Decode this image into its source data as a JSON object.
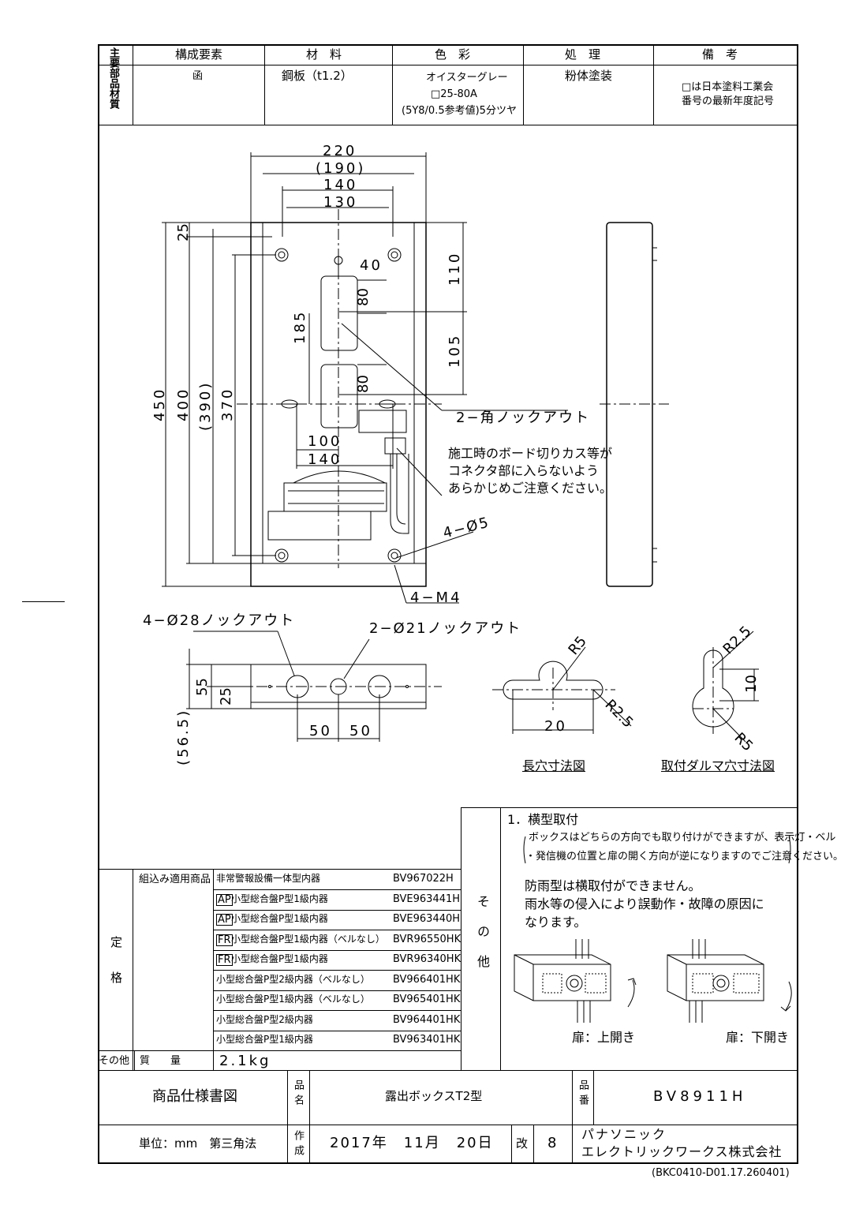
{
  "materials": {
    "side_label": "主要部品材質",
    "headers": [
      "構成要素",
      "材　料",
      "色　彩",
      "処　理",
      "備　考"
    ],
    "row": {
      "component": "函",
      "material": "鋼板（t1.2）",
      "color_lines": [
        "オイスターグレー",
        "□25-80A",
        "(5Y8/0.5参考値)5分ツヤ"
      ],
      "treatment": "粉体塗装",
      "remarks_lines": [
        "□は日本塗料工業会",
        "番号の最新年度記号"
      ]
    }
  },
  "drawing": {
    "dims": {
      "w220": "220",
      "w190": "(190)",
      "w140": "140",
      "w130": "130",
      "h25": "25",
      "h450": "450",
      "h400": "400",
      "h390": "(390)",
      "h370": "370",
      "h185": "185",
      "w40": "40",
      "h80a": "80",
      "h80b": "80",
      "h110": "110",
      "h105": "105",
      "w100": "100",
      "w140b": "140",
      "b55": "55",
      "b25": "25",
      "b565": "(56.5)",
      "b50a": "50",
      "b50b": "50",
      "s20": "20",
      "sR5": "R5",
      "sR25": "R2.5",
      "kR25": "R2.5",
      "k10": "10",
      "kR5": "R5"
    },
    "notes": {
      "knockout_square": "2−角ノックアウト",
      "caution": [
        "施工時のボード切りカス等が",
        "コネクタ部に入らないよう",
        "あらかじめご注意ください。"
      ],
      "hole_4phi5": "4−Ø5",
      "screw_4m4": "4−M4",
      "knockout_28": "4−Ø28ノックアウト",
      "knockout_21": "2−Ø21ノックアウト",
      "slot_caption": "長穴寸法図",
      "keyhole_caption": "取付ダルマ穴寸法図"
    }
  },
  "specs": {
    "side_label": "定格",
    "products_header": "組込み適用商品",
    "products": [
      {
        "prefix": "",
        "name": "非常警報設備一体型内器",
        "code": "BV967022H"
      },
      {
        "prefix": "AP",
        "name": "小型総合盤P型1級内器",
        "code": "BVE963441H"
      },
      {
        "prefix": "AP",
        "name": "小型総合盤P型1級内器",
        "code": "BVE963440H"
      },
      {
        "prefix": "FR",
        "name": "小型総合盤P型1級内器（ベルなし）",
        "code": "BVR96550HK"
      },
      {
        "prefix": "FR",
        "name": "小型総合盤P型1級内器",
        "code": "BVR96340HK"
      },
      {
        "prefix": "",
        "name": "小型総合盤P型2級内器（ベルなし）",
        "code": "BV966401HK"
      },
      {
        "prefix": "",
        "name": "小型総合盤P型1級内器（ベルなし）",
        "code": "BV965401HK"
      },
      {
        "prefix": "",
        "name": "小型総合盤P型2級内器",
        "code": "BV964401HK"
      },
      {
        "prefix": "",
        "name": "小型総合盤P型1級内器",
        "code": "BV963401HK"
      }
    ],
    "other_label": "その他",
    "mass_label": "質　　量",
    "mass_value": "2.1kg"
  },
  "other": {
    "side_label": "その他",
    "item_title": "1．横型取付",
    "bracket_lines": [
      "ボックスはどちらの方向でも取り付けができますが、表示灯・ベル",
      "・発信機の位置と扉の開く方向が逆になりますのでご注意ください。"
    ],
    "warning_lines": [
      "防雨型は横取付ができません。",
      "雨水等の侵入により誤動作・故障の原因に",
      "なります。"
    ],
    "door_up": "扉：上開き",
    "door_down": "扉：下開き"
  },
  "title_block": {
    "doc_type": "商品仕様書図",
    "name_label": "品名",
    "product_name": "露出ボックスT2型",
    "code_label": "品番",
    "product_code": "BV8911H",
    "unit": "単位：mm　第三角法",
    "made_label": "作成",
    "date": "2017年　11月　20日",
    "rev_label": "改",
    "rev": "8",
    "company_lines": [
      "パナソニック",
      "エレクトリックワークス株式会社"
    ]
  },
  "footer_code": "(BKC0410-D01.17.260401)"
}
